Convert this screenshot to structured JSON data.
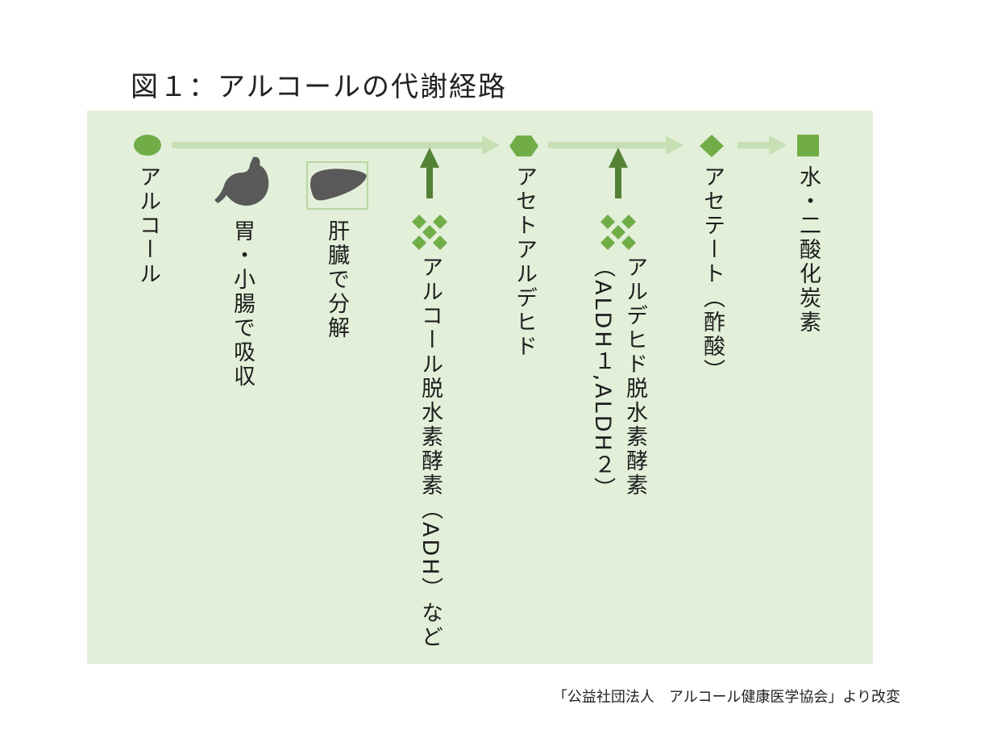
{
  "title": "図１：アルコールの代謝経路",
  "source_note": "「公益社団法人　アルコール健康医学協会」より改変",
  "colors": {
    "panel_bg": "#e2efd9",
    "arrow_light": "#c6e0b4",
    "arrow_dark": "#548235",
    "node_green": "#70ad47",
    "enzyme_green": "#70ad47",
    "organ_gray": "#595959"
  },
  "icons": {
    "alcohol": "circle-icon",
    "acetaldehyde": "hexagon-icon",
    "acetate": "diamond-icon",
    "water_co2": "square-icon",
    "stomach": "stomach-icon",
    "liver": "liver-icon",
    "enzyme": "enzyme-cluster-icon"
  },
  "nodes": {
    "alcohol": "アルコール",
    "acetaldehyde": "アセトアルデヒド",
    "acetate": "アセテート（酢酸）",
    "water_co2": "水・二酸化炭素"
  },
  "organs": {
    "stomach": "胃・小腸で吸収",
    "liver": "肝臓で分解"
  },
  "enzymes": {
    "adh_line1": "アルコール脱水素酵素（ADH）など",
    "aldh_line1": "アルデヒド脱水素酵素",
    "aldh_line2": "（ALDH１,ALDH２）"
  }
}
